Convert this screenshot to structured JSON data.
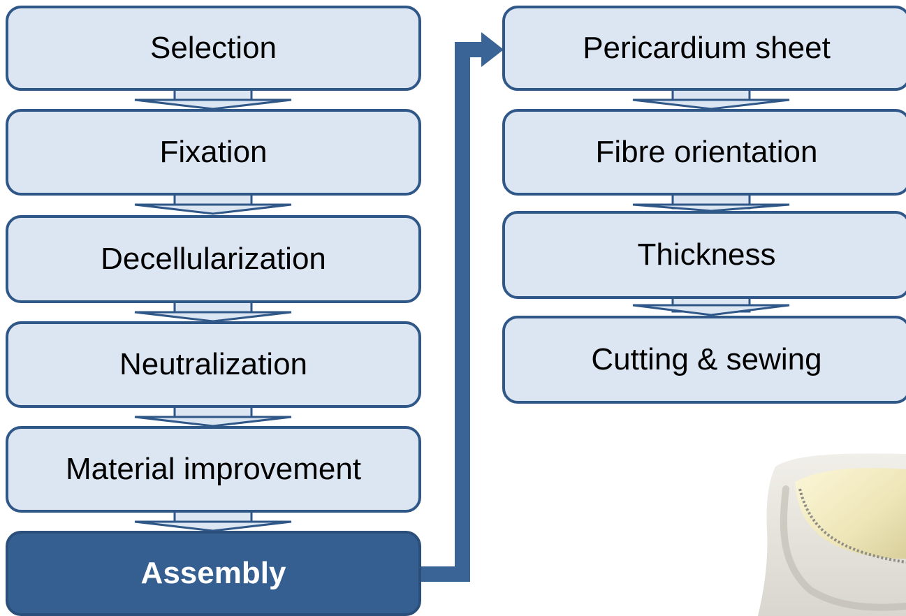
{
  "left_column": {
    "steps": [
      {
        "label": "Selection"
      },
      {
        "label": "Fixation"
      },
      {
        "label": "Decellularization"
      },
      {
        "label": "Neutralization"
      },
      {
        "label": "Material improvement"
      },
      {
        "label": "Assembly",
        "highlighted": true
      }
    ]
  },
  "right_column": {
    "steps": [
      {
        "label": "Pericardium sheet"
      },
      {
        "label": "Fibre orientation"
      },
      {
        "label": "Thickness"
      },
      {
        "label": "Cutting & sewing"
      }
    ]
  },
  "colors": {
    "box_fill": "#dce6f3",
    "box_border": "#2f5788",
    "highlight_fill": "#355e91",
    "connector": "#3a6396"
  }
}
